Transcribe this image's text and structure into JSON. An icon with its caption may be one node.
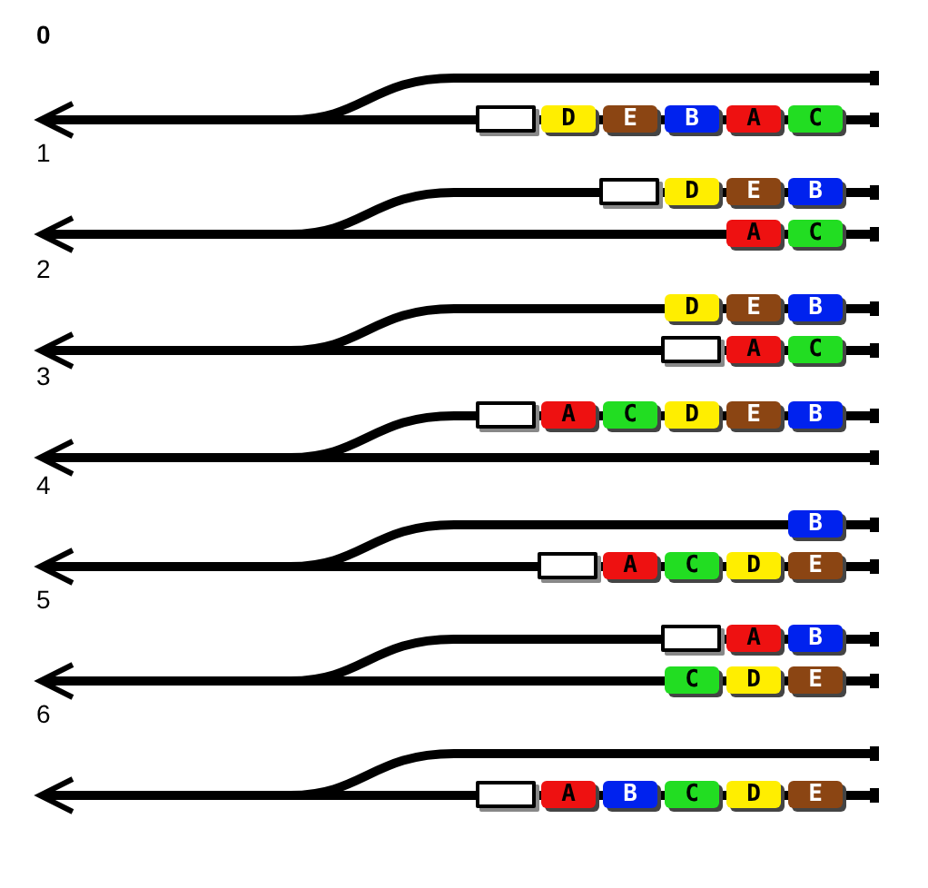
{
  "diagram": {
    "nodes": [
      {
        "text": [],
        "shape": "box"
      },
      {
        "text": [
          "D"
        ]
      },
      {
        "text": [
          "E"
        ]
      },
      {
        "text": [
          "B"
        ]
      },
      {
        "text": [
          "A"
        ]
      },
      {
        "text": [
          "C"
        ]
      },
      {
        "text": [],
        "shape": "box"
      },
      {
        "text": [
          "D"
        ]
      },
      {
        "text": [
          "E"
        ]
      },
      {
        "text": [
          "B"
        ]
      },
      {
        "text": [
          "A"
        ]
      },
      {
        "text": [
          "C"
        ]
      },
      {
        "text": [
          "D"
        ]
      },
      {
        "text": [
          "E"
        ]
      },
      {
        "text": [
          "B"
        ]
      },
      {
        "text": [],
        "shape": "box"
      },
      {
        "text": [
          "A"
        ]
      },
      {
        "text": [
          "C"
        ]
      },
      {
        "text": [],
        "shape": "box"
      },
      {
        "text": [
          "A"
        ]
      },
      {
        "text": [
          "C"
        ]
      },
      {
        "text": [
          "D"
        ]
      },
      {
        "text": [
          "E"
        ]
      },
      {
        "text": [
          "B"
        ]
      },
      {
        "text": [
          "B"
        ]
      },
      {
        "text": [],
        "shape": "box"
      },
      {
        "text": [
          "A"
        ]
      },
      {
        "text": [
          "C"
        ]
      },
      {
        "text": [
          "D"
        ]
      },
      {
        "text": [
          "E"
        ]
      },
      {
        "text": [],
        "shape": "box"
      },
      {
        "text": [
          "A"
        ]
      },
      {
        "text": [
          "B"
        ]
      },
      {
        "text": [
          "C"
        ]
      },
      {
        "text": [
          "D"
        ]
      },
      {
        "text": [
          "E"
        ]
      },
      {
        "text": [],
        "shape": "box"
      },
      {
        "text": [
          "A"
        ]
      },
      {
        "text": [
          "B"
        ]
      },
      {
        "text": [
          "C"
        ]
      },
      {
        "text": [
          "D"
        ]
      },
      {
        "text": [
          "E"
        ]
      }
    ],
    "labels": [
      "0",
      "1",
      "2",
      "3",
      "4",
      "5",
      "6"
    ]
  }
}
